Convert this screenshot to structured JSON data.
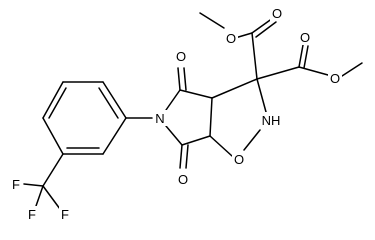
{
  "atoms": {
    "o_ester1_carbonyl": "O",
    "o_ester1_ether": "O",
    "o_ester2_ether": "O",
    "o_ester2_carbonyl": "O",
    "o_ketone_top": "O",
    "o_ketone_bottom": "O",
    "n_imide": "N",
    "nh_ring": "NH",
    "o_ring": "O",
    "f1": "F",
    "f2": "F",
    "f3": "F"
  },
  "colors": {
    "bond": "#000000",
    "label": "#000000",
    "background": "#ffffff"
  }
}
